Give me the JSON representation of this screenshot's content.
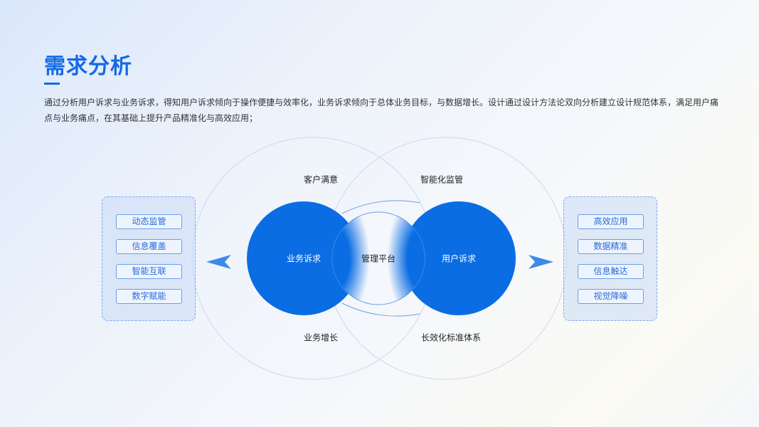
{
  "title": "需求分析",
  "description": "通过分析用户诉求与业务诉求，得知用户诉求倾向于操作便捷与效率化，业务诉求倾向于总体业务目标，与数据增长。设计通过设计方法论双向分析建立设计规范体系，满足用户痛点与业务痛点，在其基础上提升产品精准化与高效应用；",
  "diagram": {
    "left_circle": "业务诉求",
    "right_circle": "用户诉求",
    "center": "管理平台",
    "top_left": "客户满意",
    "top_right": "智能化监管",
    "bottom_left": "业务增长",
    "bottom_right": "长效化标准体系",
    "left_items": [
      "动态监管",
      "信息覆盖",
      "智能互联",
      "数字赋能"
    ],
    "right_items": [
      "高效应用",
      "数据精准",
      "信息触达",
      "视觉降噪"
    ],
    "accent": "#0a6de3"
  }
}
